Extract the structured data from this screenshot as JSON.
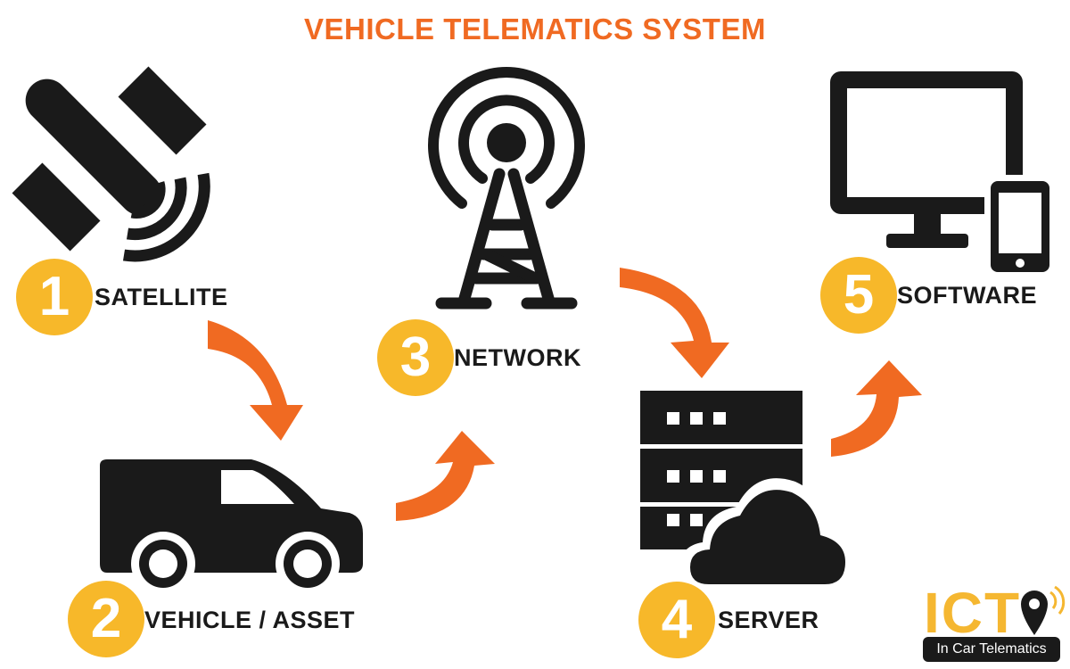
{
  "title": "VEHICLE TELEMATICS SYSTEM",
  "colors": {
    "accent": "#f06a22",
    "badge": "#f7b82a",
    "icon": "#1a1a1a"
  },
  "steps": [
    {
      "number": "1",
      "label": "SATELLITE",
      "icon": "satellite-icon"
    },
    {
      "number": "2",
      "label": "VEHICLE / ASSET",
      "icon": "van-icon"
    },
    {
      "number": "3",
      "label": "NETWORK",
      "icon": "cell-tower-icon"
    },
    {
      "number": "4",
      "label": "SERVER",
      "icon": "server-cloud-icon"
    },
    {
      "number": "5",
      "label": "SOFTWARE",
      "icon": "monitor-phone-icon"
    }
  ],
  "logo": {
    "mark": "ICT",
    "tagline": "In Car Telematics"
  }
}
